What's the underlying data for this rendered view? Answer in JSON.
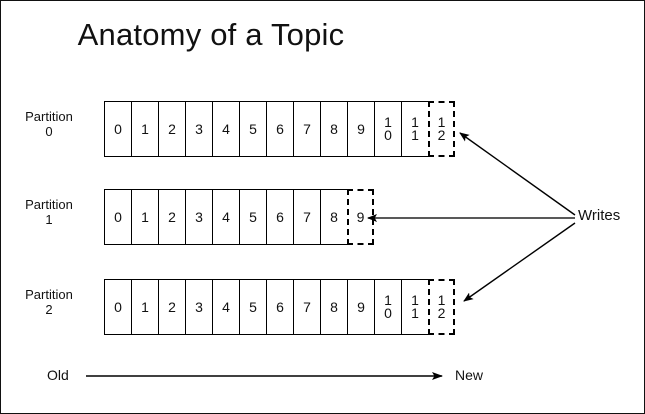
{
  "title": "Anatomy of a Topic",
  "colors": {
    "ink": "#111111",
    "line": "#000000",
    "background": "#ffffff",
    "frame": "#111111"
  },
  "partitions": [
    {
      "label_name": "Partition",
      "label_index": "0",
      "cells": [
        "0",
        "1",
        "2",
        "3",
        "4",
        "5",
        "6",
        "7",
        "8",
        "9",
        "10",
        "11",
        "12"
      ],
      "pending_cell": "12"
    },
    {
      "label_name": "Partition",
      "label_index": "1",
      "cells": [
        "0",
        "1",
        "2",
        "3",
        "4",
        "5",
        "6",
        "7",
        "8",
        "9"
      ],
      "pending_cell": "9"
    },
    {
      "label_name": "Partition",
      "label_index": "2",
      "cells": [
        "0",
        "1",
        "2",
        "3",
        "4",
        "5",
        "6",
        "7",
        "8",
        "9",
        "10",
        "11",
        "12"
      ],
      "pending_cell": "12"
    }
  ],
  "writes": {
    "label": "Writes"
  },
  "axis": {
    "old_label": "Old",
    "new_label": "New"
  }
}
